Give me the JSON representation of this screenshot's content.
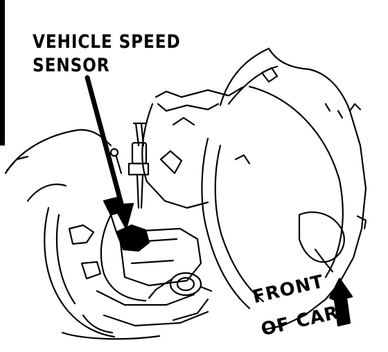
{
  "diagram": {
    "callouts": {
      "vehicle_speed_sensor_line1": "VEHICLE SPEED",
      "vehicle_speed_sensor_line2": "SENSOR",
      "front_of_car_line1": "FRONT",
      "front_of_car_line2": "OF CAR"
    },
    "colors": {
      "ink": "#000000",
      "paper": "#ffffff"
    }
  }
}
